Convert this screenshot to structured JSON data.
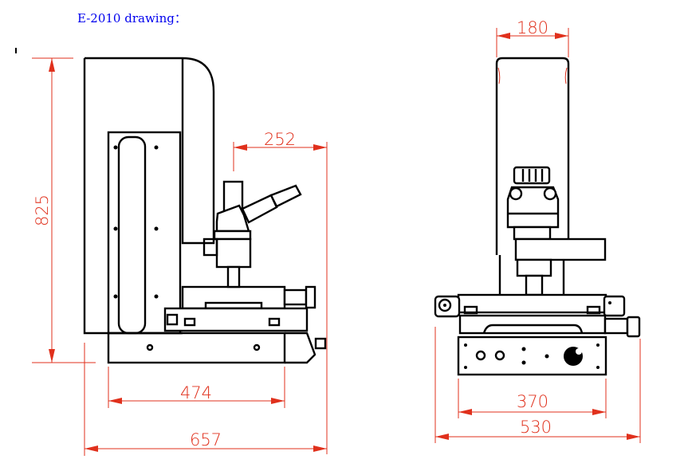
{
  "title": "E-2010 drawing：",
  "side_view": {
    "dimensions": {
      "height": "825",
      "overhang": "252",
      "base_width": "474",
      "total_depth": "657"
    }
  },
  "front_view": {
    "dimensions": {
      "column_width": "180",
      "base_width": "370",
      "total_width": "530"
    }
  },
  "colors": {
    "title": "#0000ee",
    "dimension": "#e0301c",
    "outline": "#000000"
  }
}
